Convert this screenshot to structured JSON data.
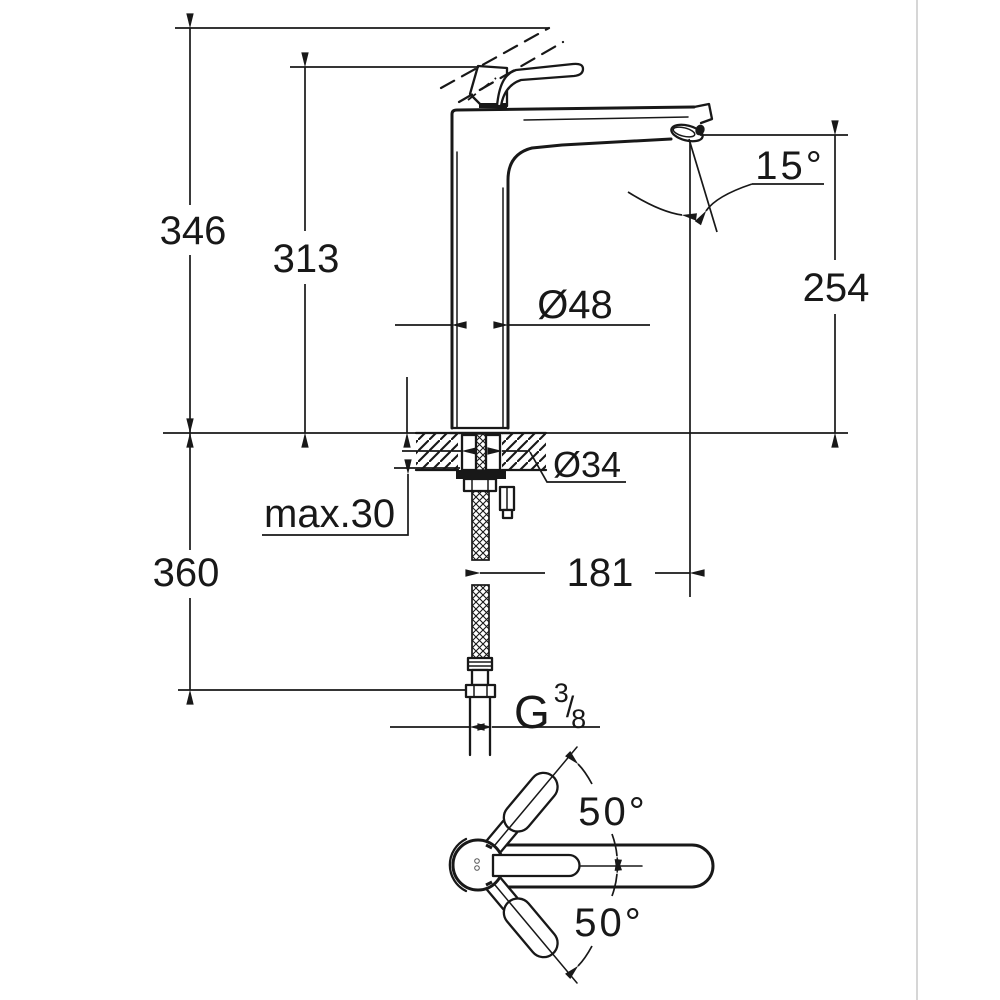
{
  "drawing": {
    "kind": "technical-dimension-drawing",
    "subject": "single-lever basin mixer, side elevation and plan view",
    "line_color": "#181818",
    "background_color": "#ffffff",
    "divider_color": "#c9c9c9"
  },
  "dimensions": {
    "overall_height": "346",
    "height_to_lever": "313",
    "outlet_height": "254",
    "outlet_angle": "15°",
    "body_diameter": "Ø48",
    "mounting_hole_diameter": "Ø34",
    "max_deck_thickness": "max.30",
    "below_deck_clearance": "360",
    "spout_reach": "181",
    "lever_swivel_upper": "50°",
    "lever_swivel_lower": "50°",
    "thread": {
      "g": "G",
      "numerator": "3",
      "slash": "/",
      "denominator": "8"
    }
  }
}
